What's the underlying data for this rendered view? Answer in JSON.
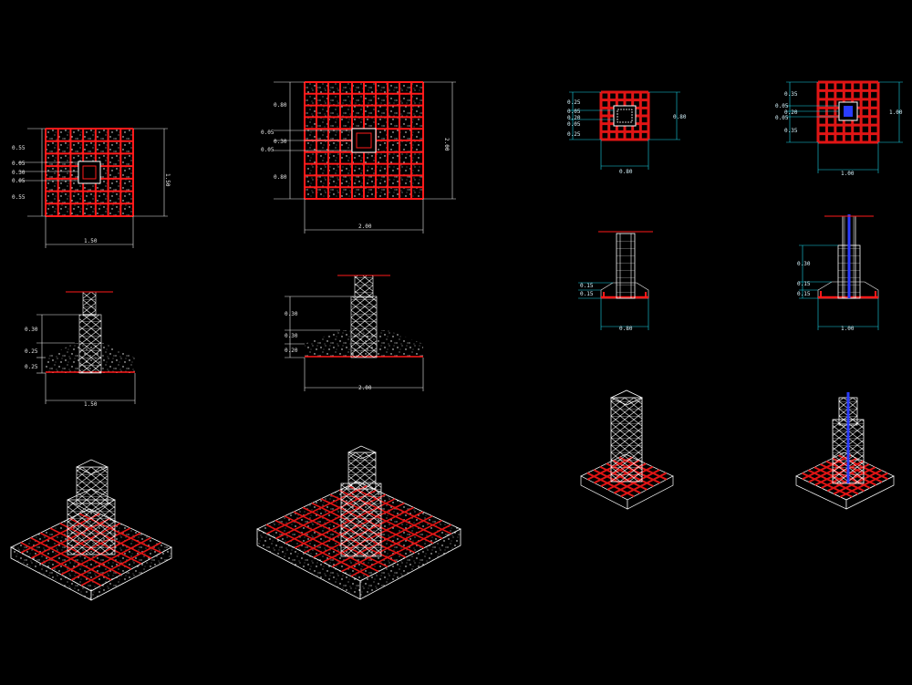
{
  "drawing_1": {
    "left_dims": [
      "0.55",
      "0.05",
      "0.30",
      "0.05",
      "0.55"
    ],
    "right_dim": "1.50",
    "bottom_dim": "1.50"
  },
  "drawing_2": {
    "left_dims": [
      "0.80",
      "0.05",
      "0.30",
      "0.05",
      "0.80"
    ],
    "right_dim": "2.00",
    "bottom_dim": "2.00"
  },
  "drawing_3": {
    "left_dims": [
      "0.25",
      "0.05",
      "0.20",
      "0.05",
      "0.25"
    ],
    "right_dim": "0.80",
    "bottom_dim": "0.80"
  },
  "drawing_4": {
    "left_dims": [
      "0.35",
      "0.05",
      "0.20",
      "0.05",
      "0.35"
    ],
    "right_dim": "1.00",
    "bottom_dim": "1.00"
  },
  "section_1": {
    "left_dims": [
      "0.30",
      "0.25",
      "0.25"
    ],
    "bottom_dim": "1.50"
  },
  "section_2": {
    "left_dims": [
      "0.30",
      "0.30",
      "0.20"
    ],
    "bottom_dim": "2.00"
  },
  "section_3": {
    "left_dims": [
      "0.15",
      "0.15"
    ],
    "bottom_dim": "0.80"
  },
  "section_4": {
    "left_dims": [
      "0.30",
      "0.15",
      "0.15"
    ],
    "bottom_dim": "1.00"
  },
  "colors": {
    "background": "#000000",
    "rebar": "#ff1a1a",
    "concrete": "#ffffff",
    "dimension_cyan": "#19d3e6",
    "tie_blue": "#2a3cff"
  }
}
